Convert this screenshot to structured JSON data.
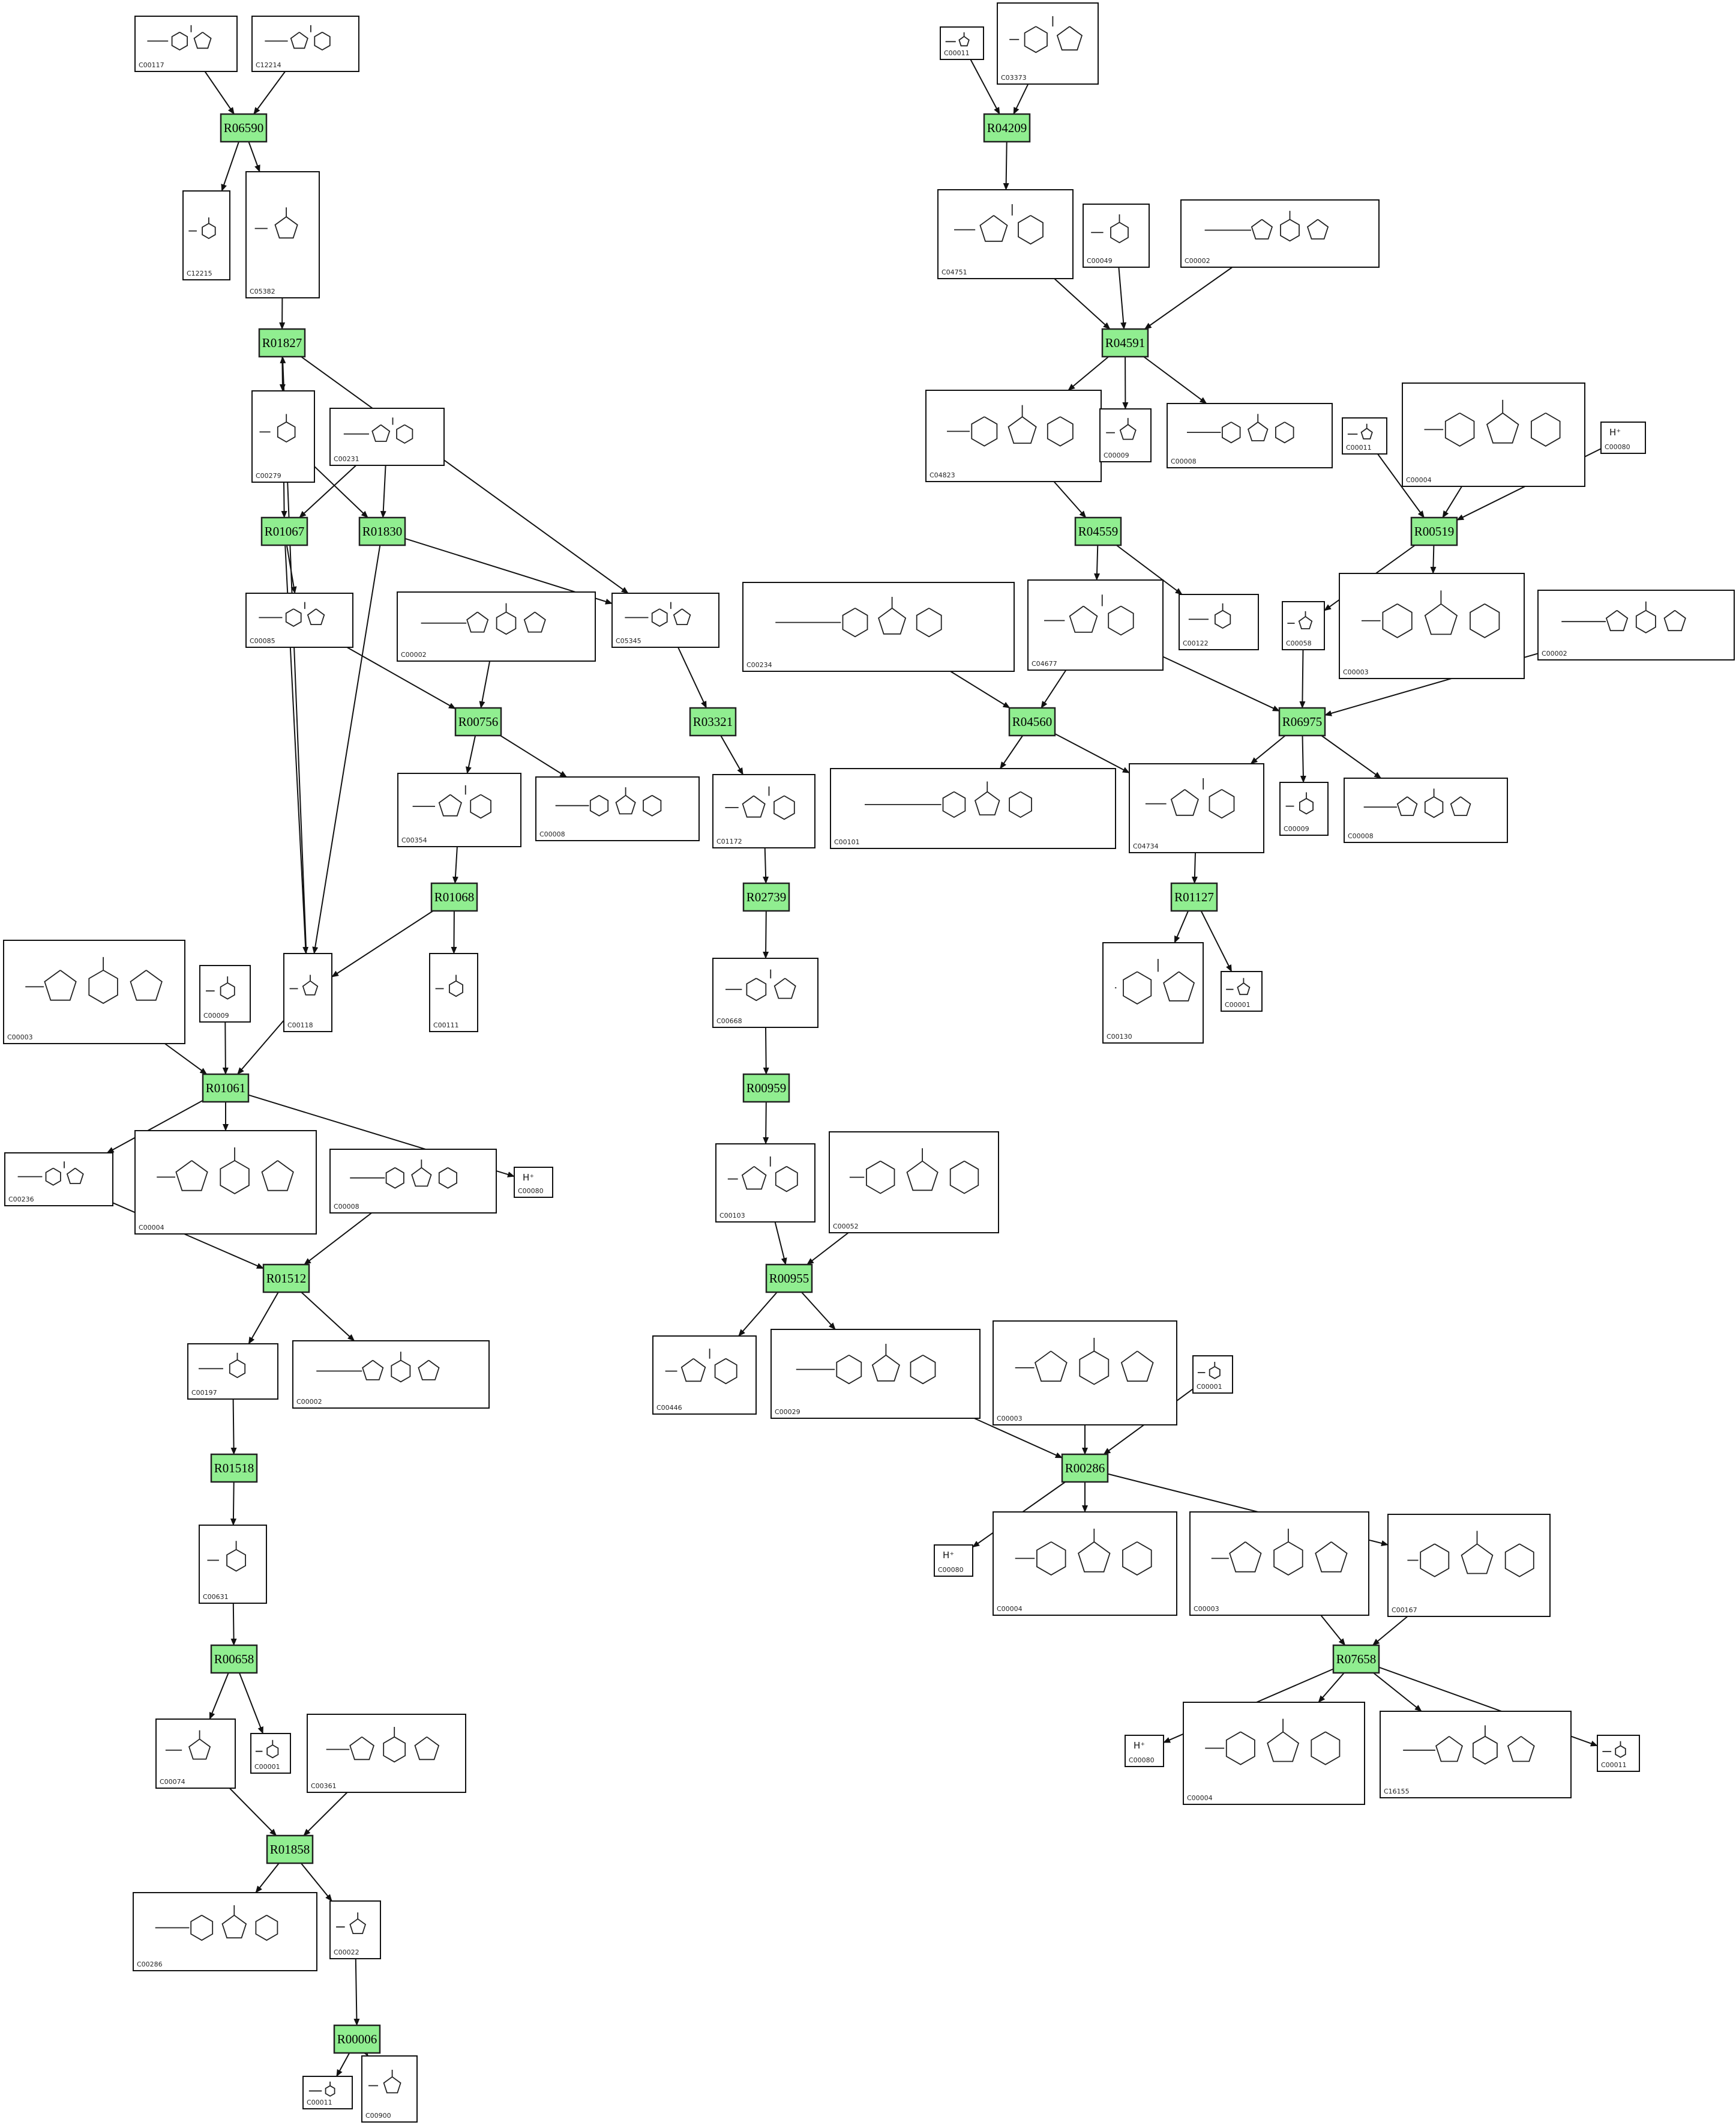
{
  "reactions": [
    {
      "id": "r_R06590",
      "label": "R06590"
    },
    {
      "id": "r_R01827",
      "label": "R01827"
    },
    {
      "id": "r_R01067",
      "label": "R01067"
    },
    {
      "id": "r_R01830",
      "label": "R01830"
    },
    {
      "id": "r_R00756",
      "label": "R00756"
    },
    {
      "id": "r_R03321",
      "label": "R03321"
    },
    {
      "id": "r_R01068",
      "label": "R01068"
    },
    {
      "id": "r_R01061",
      "label": "R01061"
    },
    {
      "id": "r_R01512",
      "label": "R01512"
    },
    {
      "id": "r_R01518",
      "label": "R01518"
    },
    {
      "id": "r_R00658",
      "label": "R00658"
    },
    {
      "id": "r_R01858",
      "label": "R01858"
    },
    {
      "id": "r_R00006",
      "label": "R00006"
    },
    {
      "id": "r_R02739",
      "label": "R02739"
    },
    {
      "id": "r_R00959",
      "label": "R00959"
    },
    {
      "id": "r_R00955",
      "label": "R00955"
    },
    {
      "id": "r_R00286",
      "label": "R00286"
    },
    {
      "id": "r_R07658",
      "label": "R07658"
    },
    {
      "id": "r_R04209",
      "label": "R04209"
    },
    {
      "id": "r_R04591",
      "label": "R04591"
    },
    {
      "id": "r_R04559",
      "label": "R04559"
    },
    {
      "id": "r_R04560",
      "label": "R04560"
    },
    {
      "id": "r_R00519",
      "label": "R00519"
    },
    {
      "id": "r_R06975",
      "label": "R06975"
    },
    {
      "id": "r_R01127",
      "label": "R01127"
    }
  ],
  "compounds": [
    {
      "id": "c1",
      "code": "C00117"
    },
    {
      "id": "c2",
      "code": "C12214"
    },
    {
      "id": "c3",
      "code": "C12215"
    },
    {
      "id": "c4",
      "code": "C05382"
    },
    {
      "id": "c5",
      "code": "C00279"
    },
    {
      "id": "c6",
      "code": "C00231"
    },
    {
      "id": "c7",
      "code": "C00085"
    },
    {
      "id": "c8",
      "code": "C00002"
    },
    {
      "id": "c9",
      "code": "C05345"
    },
    {
      "id": "c10",
      "code": "C00354"
    },
    {
      "id": "c11",
      "code": "C00008"
    },
    {
      "id": "c12",
      "code": "C01172"
    },
    {
      "id": "c13",
      "code": "C00111"
    },
    {
      "id": "c14",
      "code": "C00003"
    },
    {
      "id": "c15",
      "code": "C00009"
    },
    {
      "id": "c16",
      "code": "C00118"
    },
    {
      "id": "c17",
      "code": "C00236"
    },
    {
      "id": "c18",
      "code": "C00004"
    },
    {
      "id": "c19",
      "code": "C00008"
    },
    {
      "id": "c20",
      "code": "C00080",
      "text": "H⁺"
    },
    {
      "id": "c21",
      "code": "C00197"
    },
    {
      "id": "c22",
      "code": "C00002"
    },
    {
      "id": "c23",
      "code": "C00631"
    },
    {
      "id": "c24",
      "code": "C00074"
    },
    {
      "id": "c25",
      "code": "C00001"
    },
    {
      "id": "c26",
      "code": "C00361"
    },
    {
      "id": "c27",
      "code": "C00286"
    },
    {
      "id": "c28",
      "code": "C00022"
    },
    {
      "id": "c29",
      "code": "C00011"
    },
    {
      "id": "c30",
      "code": "C00900"
    },
    {
      "id": "c31",
      "code": "C00668"
    },
    {
      "id": "c32",
      "code": "C00103"
    },
    {
      "id": "c33",
      "code": "C00052"
    },
    {
      "id": "c34",
      "code": "C00446"
    },
    {
      "id": "c35",
      "code": "C00029"
    },
    {
      "id": "c36",
      "code": "C00003"
    },
    {
      "id": "c37",
      "code": "C00001"
    },
    {
      "id": "c38",
      "code": "C00080",
      "text": "H⁺"
    },
    {
      "id": "c39",
      "code": "C00004"
    },
    {
      "id": "c40",
      "code": "C00003"
    },
    {
      "id": "c41",
      "code": "C00167"
    },
    {
      "id": "c42",
      "code": "C00080",
      "text": "H⁺"
    },
    {
      "id": "c43",
      "code": "C00004"
    },
    {
      "id": "c44",
      "code": "C16155"
    },
    {
      "id": "c45",
      "code": "C00011"
    },
    {
      "id": "c46",
      "code": "C00011"
    },
    {
      "id": "c47",
      "code": "C03373"
    },
    {
      "id": "c48",
      "code": "C04751"
    },
    {
      "id": "c49",
      "code": "C00049"
    },
    {
      "id": "c50",
      "code": "C00002"
    },
    {
      "id": "c51",
      "code": "C04823"
    },
    {
      "id": "c52",
      "code": "C00009"
    },
    {
      "id": "c53",
      "code": "C00008"
    },
    {
      "id": "c54",
      "code": "C00011"
    },
    {
      "id": "c55",
      "code": "C00004"
    },
    {
      "id": "c56",
      "code": "C00080",
      "text": "H⁺"
    },
    {
      "id": "c57",
      "code": "C00234"
    },
    {
      "id": "c58",
      "code": "C04677"
    },
    {
      "id": "c59",
      "code": "C00122"
    },
    {
      "id": "c60",
      "code": "C00058"
    },
    {
      "id": "c61",
      "code": "C00003"
    },
    {
      "id": "c62",
      "code": "C00002"
    },
    {
      "id": "c63",
      "code": "C00101"
    },
    {
      "id": "c64",
      "code": "C04734"
    },
    {
      "id": "c65",
      "code": "C00009"
    },
    {
      "id": "c66",
      "code": "C00008"
    },
    {
      "id": "c67",
      "code": "C00130"
    },
    {
      "id": "c68",
      "code": "C00001"
    }
  ]
}
